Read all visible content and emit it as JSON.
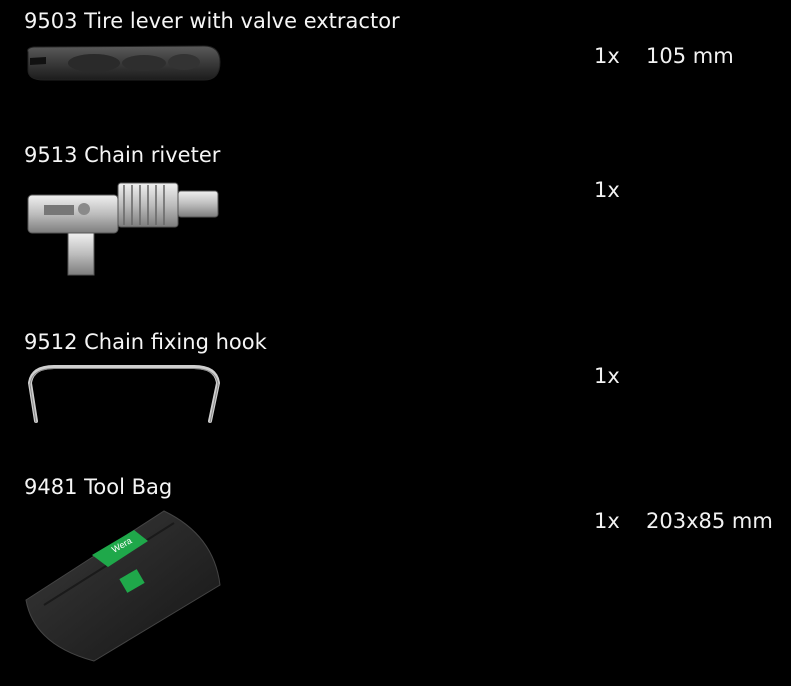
{
  "items": [
    {
      "title": "9503 Tire lever with valve extractor",
      "quantity": "1x",
      "size": "105 mm",
      "image": "tire-lever-icon"
    },
    {
      "title": "9513 Chain riveter",
      "quantity": "1x",
      "size": "",
      "image": "chain-riveter-icon"
    },
    {
      "title": "9512 Chain fixing hook",
      "quantity": "1x",
      "size": "",
      "image": "chain-hook-icon"
    },
    {
      "title": "9481 Tool Bag",
      "quantity": "1x",
      "size": "203x85 mm",
      "image": "tool-bag-icon",
      "brand_label": "Wera"
    }
  ],
  "colors": {
    "background": "#000000",
    "text": "#f2f2f2",
    "brand_green": "#1fa84a"
  }
}
